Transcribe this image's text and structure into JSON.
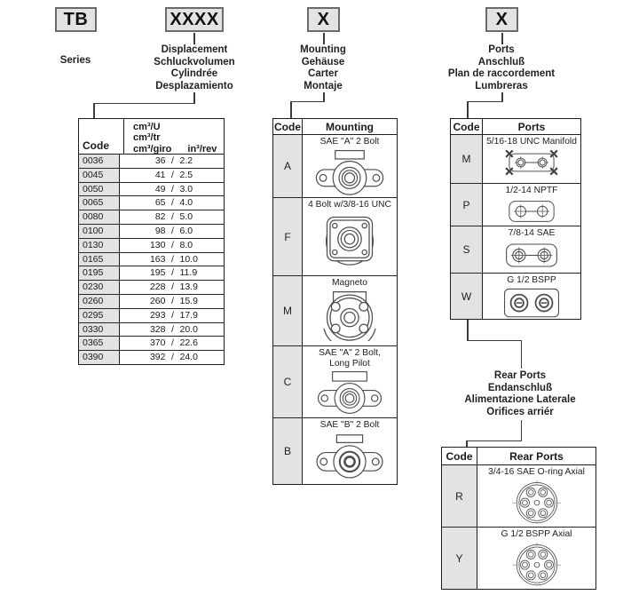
{
  "series": {
    "box": "TB",
    "label": "Series"
  },
  "displacement": {
    "box": "XXXX",
    "labels": [
      "Displacement",
      "Schluckvolumen",
      "Cylindrée",
      "Desplazamiento"
    ],
    "table": {
      "code_header": "Code",
      "unit_lines": [
        "cm³/U",
        "cm³/tr",
        "cm³/giro"
      ],
      "imperial_header": "in³/rev",
      "sep": "/",
      "rows": [
        {
          "code": "0036",
          "metric": "36",
          "imperial": "2.2"
        },
        {
          "code": "0045",
          "metric": "41",
          "imperial": "2.5"
        },
        {
          "code": "0050",
          "metric": "49",
          "imperial": "3.0"
        },
        {
          "code": "0065",
          "metric": "65",
          "imperial": "4.0"
        },
        {
          "code": "0080",
          "metric": "82",
          "imperial": "5.0"
        },
        {
          "code": "0100",
          "metric": "98",
          "imperial": "6.0"
        },
        {
          "code": "0130",
          "metric": "130",
          "imperial": "8.0"
        },
        {
          "code": "0165",
          "metric": "163",
          "imperial": "10.0"
        },
        {
          "code": "0195",
          "metric": "195",
          "imperial": "11.9"
        },
        {
          "code": "0230",
          "metric": "228",
          "imperial": "13.9"
        },
        {
          "code": "0260",
          "metric": "260",
          "imperial": "15.9"
        },
        {
          "code": "0295",
          "metric": "293",
          "imperial": "17.9"
        },
        {
          "code": "0330",
          "metric": "328",
          "imperial": "20.0"
        },
        {
          "code": "0365",
          "metric": "370",
          "imperial": "22.6"
        },
        {
          "code": "0390",
          "metric": "392",
          "imperial": "24.0"
        }
      ]
    }
  },
  "mounting": {
    "box": "X",
    "labels": [
      "Mounting",
      "Gehäuse",
      "Carter",
      "Montaje"
    ],
    "table": {
      "code_header": "Code",
      "name_header": "Mounting",
      "rows": [
        {
          "code": "A",
          "label": "SAE \"A\" 2 Bolt",
          "icon": "sae-a-2-bolt-flange-icon"
        },
        {
          "code": "F",
          "label": "4 Bolt w/3/8-16 UNC",
          "icon": "4-bolt-flange-icon"
        },
        {
          "code": "M",
          "label": "Magneto",
          "icon": "magneto-flange-icon"
        },
        {
          "code": "C",
          "label": "SAE \"A\" 2 Bolt,",
          "label2": "Long Pilot",
          "icon": "sae-a-long-pilot-flange-icon"
        },
        {
          "code": "B",
          "label": "SAE \"B\" 2 Bolt",
          "icon": "sae-b-2-bolt-flange-icon"
        }
      ]
    }
  },
  "ports": {
    "box": "X",
    "labels": [
      "Ports",
      "Anschluß",
      "Plan de raccordement",
      "Lumbreras"
    ],
    "table": {
      "code_header": "Code",
      "name_header": "Ports",
      "rows": [
        {
          "code": "M",
          "label": "5/16-18 UNC Manifold",
          "icon": "unc-manifold-port-icon"
        },
        {
          "code": "P",
          "label": "1/2-14 NPTF",
          "icon": "nptf-port-icon"
        },
        {
          "code": "S",
          "label": "7/8-14 SAE",
          "icon": "sae-port-icon"
        },
        {
          "code": "W",
          "label": "G 1/2 BSPP",
          "icon": "bspp-port-icon"
        }
      ]
    }
  },
  "rear_ports": {
    "labels": [
      "Rear Ports",
      "Endanschluß",
      "Alimentazione Laterale",
      "Orifices arriér"
    ],
    "table": {
      "code_header": "Code",
      "name_header": "Rear Ports",
      "rows": [
        {
          "code": "R",
          "label": "3/4-16 SAE O-ring Axial",
          "icon": "sae-oring-axial-port-icon"
        },
        {
          "code": "Y",
          "label": "G 1/2 BSPP Axial",
          "icon": "bspp-axial-port-icon"
        }
      ]
    }
  },
  "colors": {
    "box_fill": "#e3e3e3",
    "box_border": "#6b6b6b",
    "code_cell_fill": "#e3e3e3",
    "table_line": "#1c1c1c",
    "drawing_stroke": "#4d4d4d"
  }
}
